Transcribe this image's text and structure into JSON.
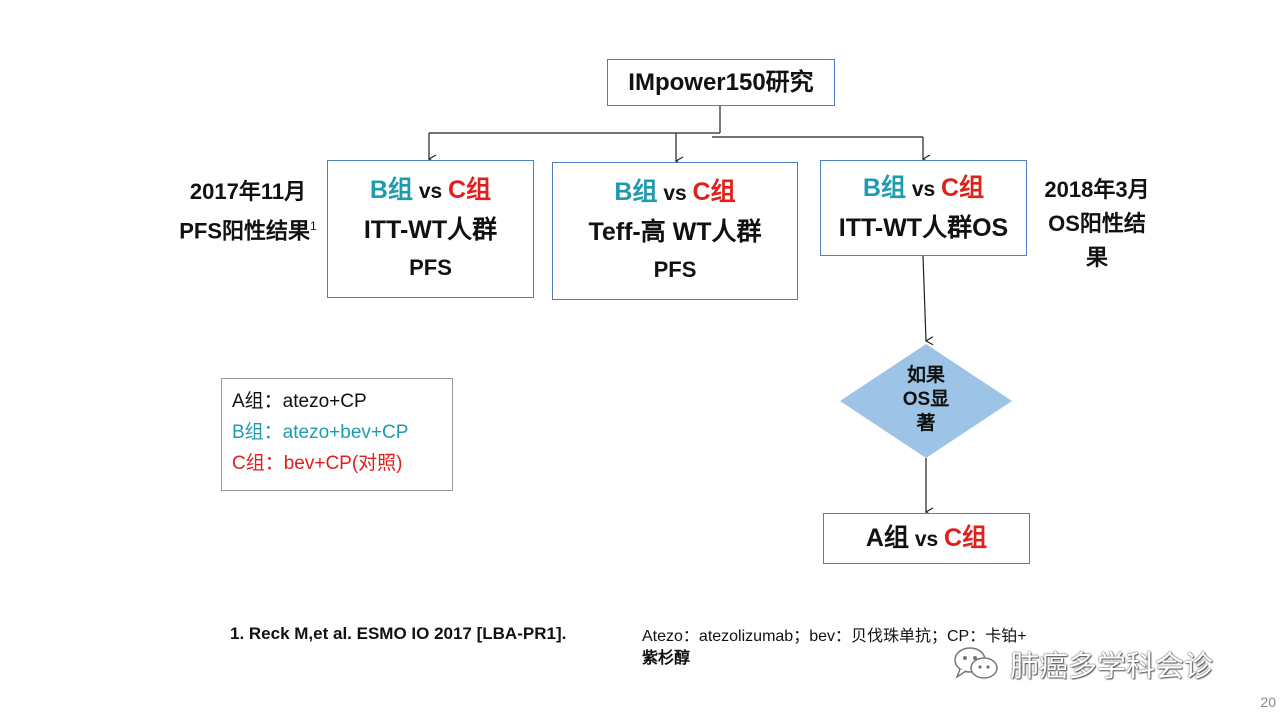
{
  "title": "IMpower150研究",
  "boxes": [
    {
      "b": "B组",
      "vs": " vs ",
      "c": "C组",
      "line2": "ITT-WT人群",
      "line3": "PFS"
    },
    {
      "b": "B组",
      "vs": " vs ",
      "c": "C组",
      "line2": "Teff-高 WT人群",
      "line3": "PFS"
    },
    {
      "b": "B组",
      "vs": " vs ",
      "c": "C组",
      "line2": "ITT-WT人群OS"
    }
  ],
  "left_note": {
    "line1": "2017年11月",
    "line2": "PFS阳性结果",
    "sup": "1"
  },
  "right_note": {
    "line1": "2018年3月",
    "line2": "OS阳性结",
    "line3": "果"
  },
  "decision": {
    "line1": "如果",
    "line2": "OS显",
    "line3": "著"
  },
  "outcome": {
    "a": "A组",
    "vs": " vs ",
    "c": "C组"
  },
  "legend": [
    {
      "text": "A组：atezo+CP",
      "color": "#111111"
    },
    {
      "text": "B组：atezo+bev+CP",
      "color": "#1f9bb0"
    },
    {
      "text": "C组：bev+CP(对照)",
      "color": "#e0201c"
    }
  ],
  "reference": "1. Reck M,et al. ESMO IO 2017 [LBA-PR1].",
  "abbrev": {
    "line1": "Atezo：atezolizumab；bev：贝伐珠单抗；CP：卡铂+",
    "line2": "紫杉醇"
  },
  "watermark": "肺癌多学科会诊",
  "page_number": "20",
  "colors": {
    "box_border": "#4f81bd",
    "b_group": "#1f9bb0",
    "c_group": "#e0201c",
    "diamond": "#9dc3e6"
  }
}
